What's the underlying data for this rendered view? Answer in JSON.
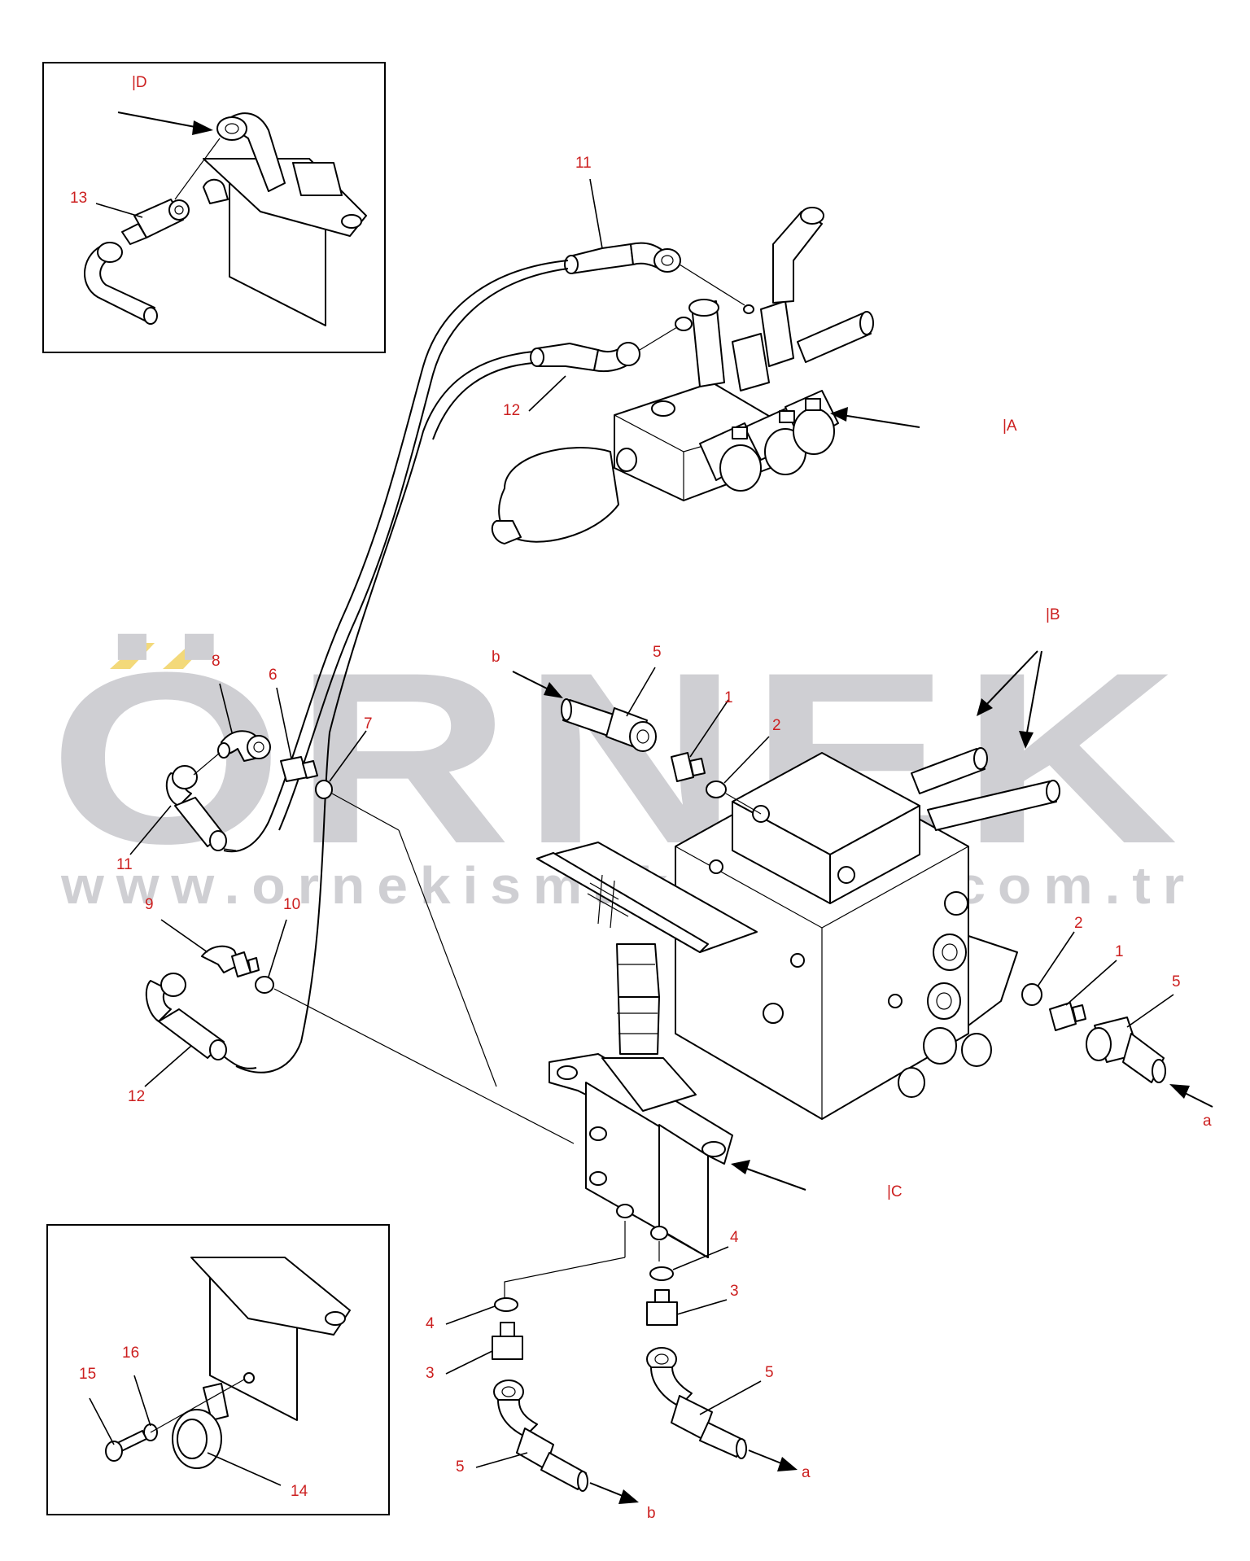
{
  "watermark": {
    "brand": "ÖRNEK",
    "url": "www.ornekismakinalari.com.tr",
    "colors": {
      "text": "#cfcfd3",
      "accent": "#f3d97a"
    }
  },
  "callout_color": "#cc1f1f",
  "views": {
    "A": "|A",
    "B": "|B",
    "C": "|C",
    "D": "|D"
  },
  "flow_labels": {
    "a": "a",
    "b": "b"
  },
  "callouts": {
    "n1": "1",
    "n2": "2",
    "n3": "3",
    "n4": "4",
    "n5": "5",
    "n6": "6",
    "n7": "7",
    "n8": "8",
    "n9": "9",
    "n10": "10",
    "n11": "11",
    "n12": "12",
    "n13": "13",
    "n14": "14",
    "n15": "15",
    "n16": "16"
  }
}
